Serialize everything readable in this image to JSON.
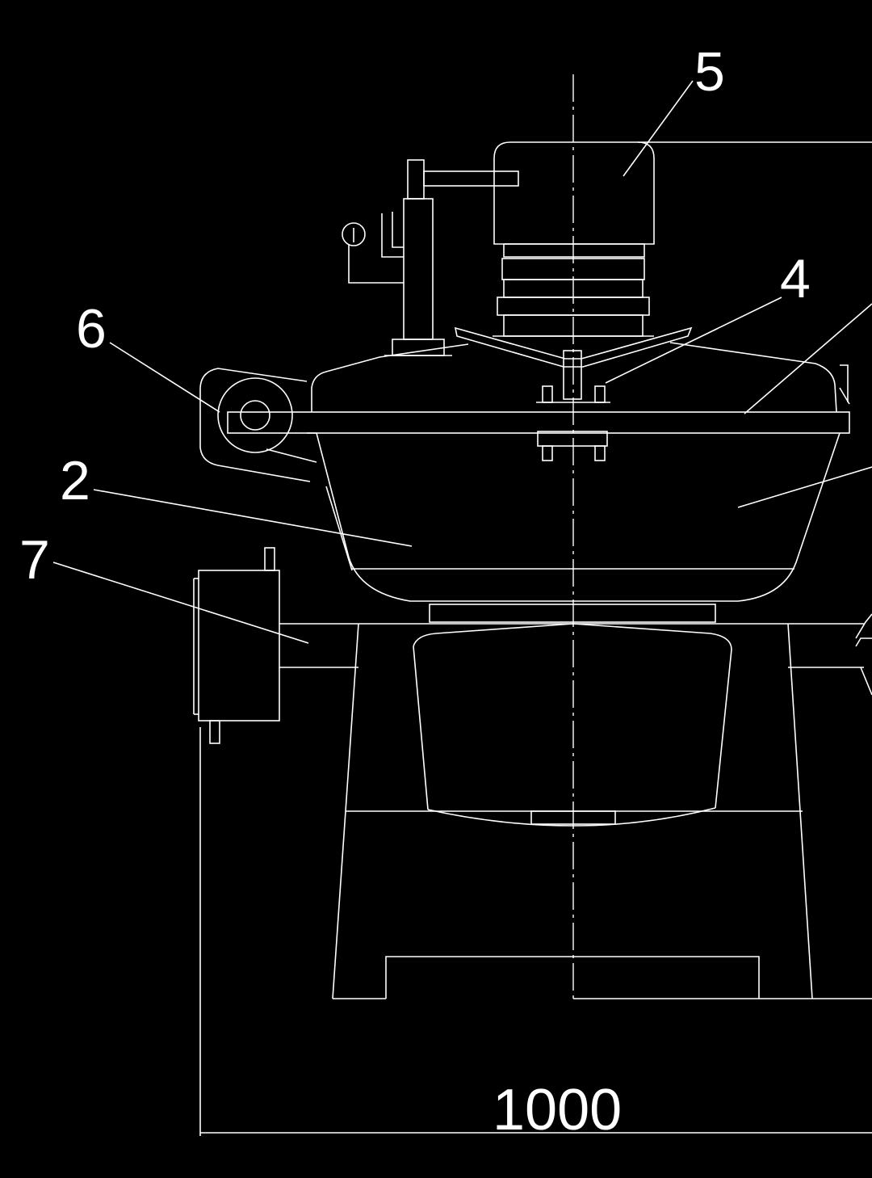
{
  "labels": {
    "part_5": "5",
    "part_4": "4",
    "part_6": "6",
    "part_2": "2",
    "part_7": "7"
  },
  "dimension": {
    "width_value": "1000"
  },
  "colors": {
    "background": "#000000",
    "line": "#ffffff"
  }
}
